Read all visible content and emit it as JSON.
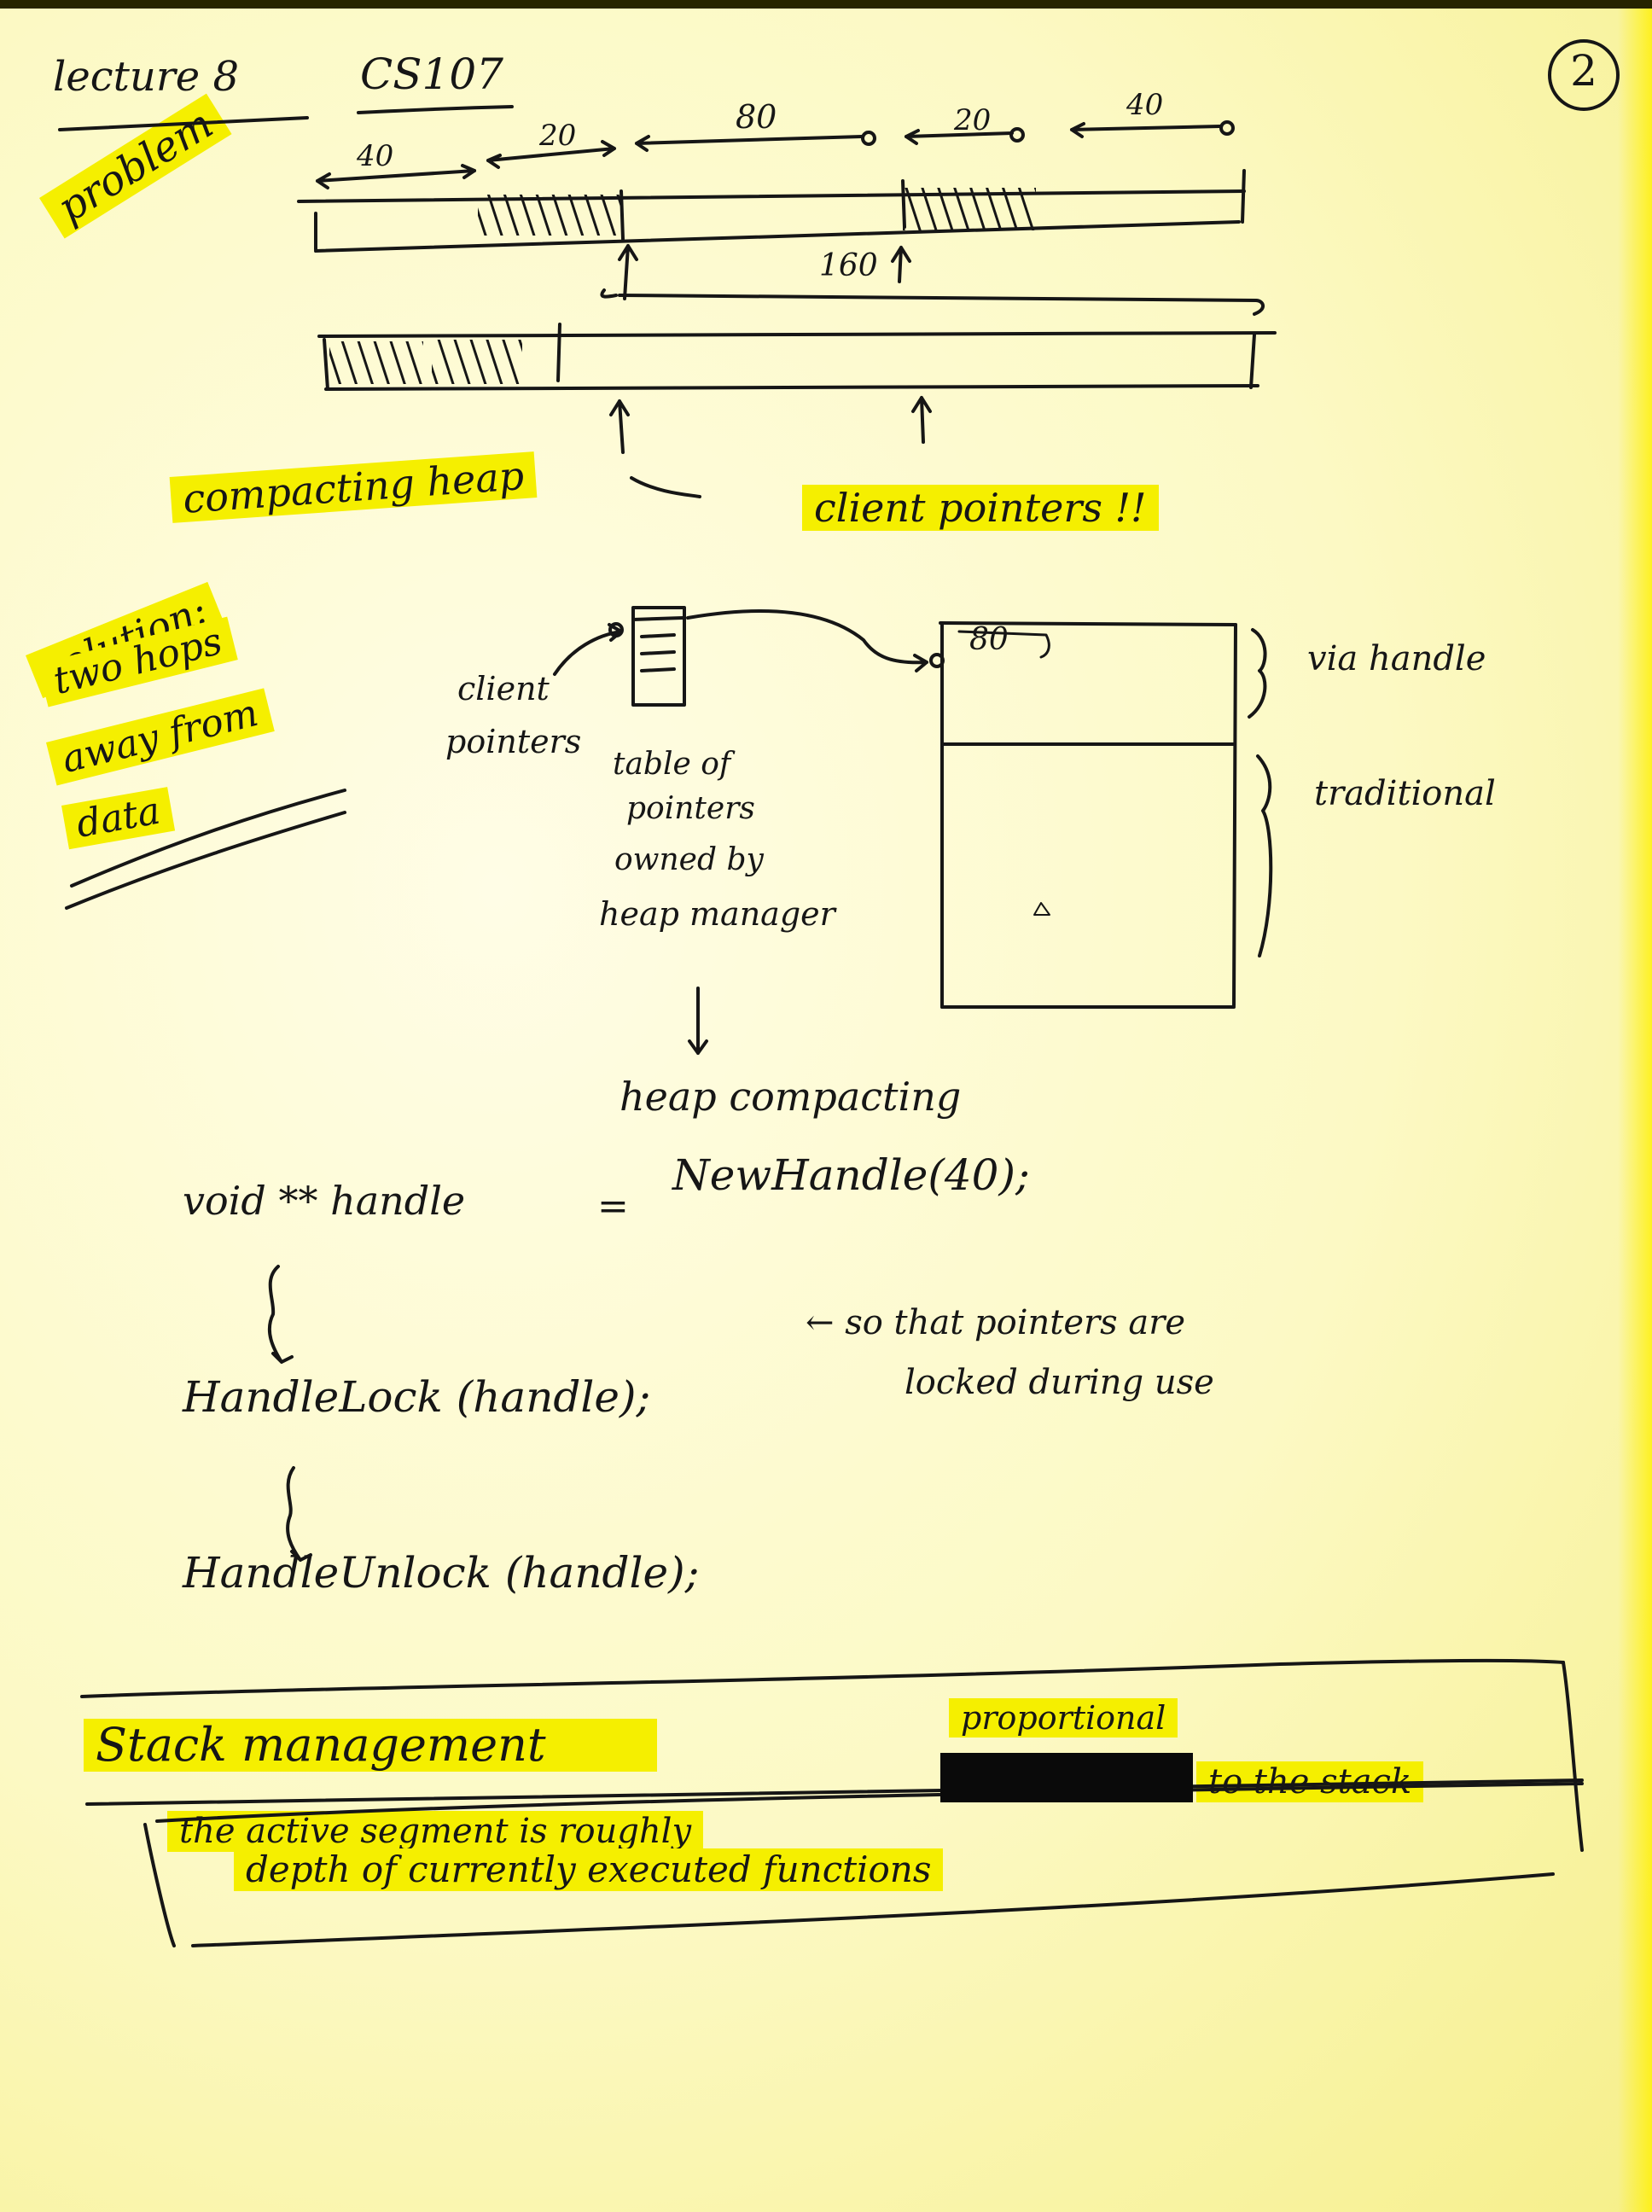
{
  "header": {
    "lecture": "lecture 8",
    "course": "CS107",
    "page_number": "2"
  },
  "problem": {
    "label": "problem",
    "seg_top": [
      "40",
      "20",
      "80",
      "20",
      "40"
    ],
    "seg_mid": "160",
    "compacting_heap": "compacting heap",
    "client_pointers": "client pointers !!"
  },
  "solution": {
    "label": "solution:",
    "desc_lines": [
      "two hops",
      "away from",
      "data"
    ],
    "client_pointers_lines": [
      "client",
      "pointers"
    ],
    "table_lines": [
      "table of",
      "pointers",
      "owned by",
      "heap manager"
    ],
    "block_label": "80",
    "via_handle": "via handle",
    "traditional": "traditional",
    "heap_compacting": "heap compacting"
  },
  "code": {
    "line1_left": "void ** handle",
    "line1_eq": "=",
    "line1_right": "NewHandle(40);",
    "line2": "HandleLock (handle);",
    "line2_note_lines": [
      "← so that pointers are",
      "locked during use"
    ],
    "line3": "HandleUnlock (handle);"
  },
  "stack": {
    "title": "Stack management",
    "above_redaction": "proportional",
    "line1_a": "the active segment is roughly",
    "line1_b": "to the stack",
    "line2": "depth of currently executed functions"
  },
  "colors": {
    "highlight": "#f5ef00",
    "ink": "#161616",
    "redaction": "#0a0a0a"
  }
}
